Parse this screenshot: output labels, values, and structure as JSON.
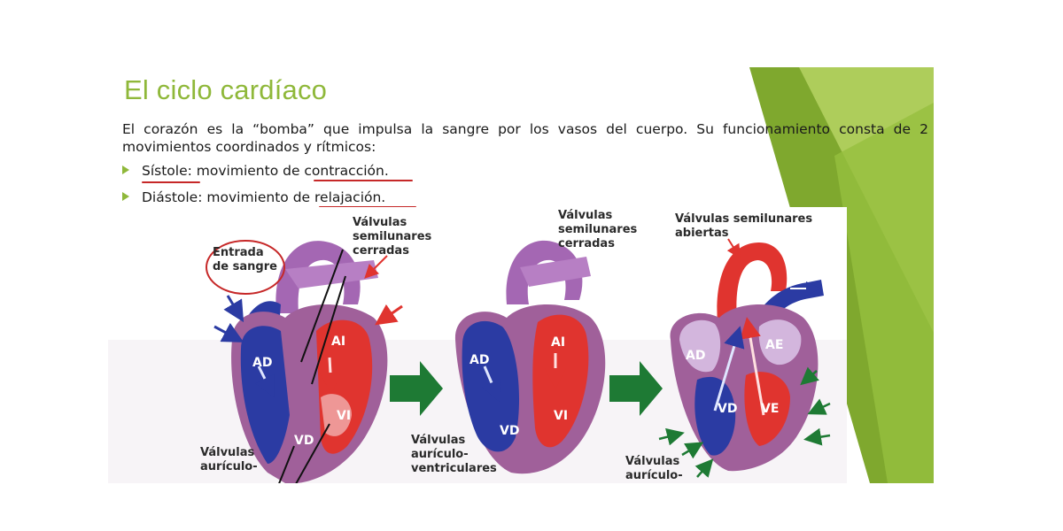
{
  "slide": {
    "title": "El ciclo cardíaco",
    "intro": "El corazón es la “bomba” que impulsa la sangre por los vasos del cuerpo. Su funcionamiento consta de 2 movimientos coordinados y rítmicos:",
    "bullets": [
      {
        "term": "Sístole:",
        "text": " movimiento de contracción."
      },
      {
        "term": "Diástole:",
        "text": " movimiento de relajación."
      }
    ],
    "colors": {
      "title": "#8fb83a",
      "bullet_arrow": "#8fb83a",
      "underline": "#c62828"
    }
  },
  "figure": {
    "labels": {
      "entrada": "Entrada\nde sangre",
      "semilunares_cerradas_1": "Válvulas\nsemilunares\ncerradas",
      "semilunares_cerradas_2": "Válvulas\nsemilunares\ncerradas",
      "semilunares_abiertas": "Válvulas semilunares\nabiertas",
      "auriculo_1": "Válvulas\naurículo-",
      "auriculo_2": "Válvulas\naurículo-\nventriculares",
      "auriculo_3": "Válvulas\naurículo-"
    },
    "chambers": {
      "h1": [
        "AD",
        "AI",
        "VD",
        "VI"
      ],
      "h2": [
        "AD",
        "AI",
        "VD",
        "VI"
      ],
      "h3": [
        "AD",
        "AE",
        "VD",
        "VE"
      ]
    },
    "colors": {
      "venous": "#2b3ba3",
      "arterial": "#e0342f",
      "tissue": "#a0609a",
      "flow_arrow": "#1e7a34"
    }
  }
}
